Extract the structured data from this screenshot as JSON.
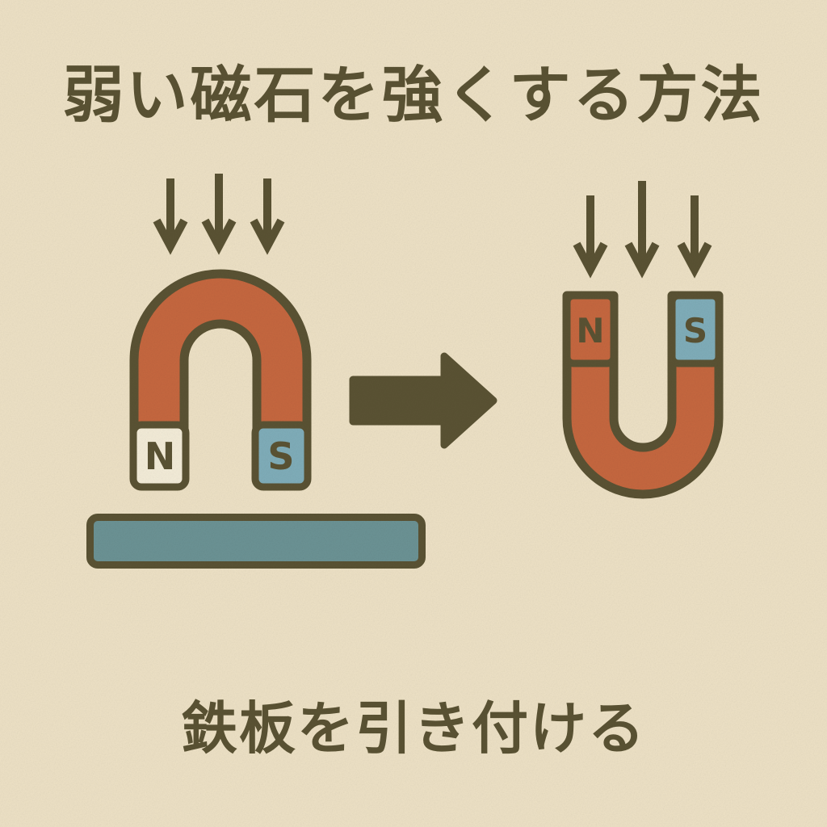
{
  "title": "弱い磁石を強くする方法",
  "caption": "鉄板を引き付ける",
  "magnets": {
    "left": {
      "description": "weak horseshoe magnet, opening downward",
      "north_label": "N",
      "south_label": "S"
    },
    "right": {
      "description": "strengthened horseshoe magnet, opening upward",
      "north_label": "N",
      "south_label": "S"
    }
  },
  "iron_plate": {
    "description": "iron plate bar under left magnet"
  },
  "icons": {
    "pressure_arrows": "down-arrow-icon",
    "transform": "right-arrow-icon"
  },
  "colors": {
    "background": "#EDE1C5",
    "ink": "#5A5233",
    "magnet_orange": "#C5673F",
    "pole_teal": "#7FADB9",
    "pole_white": "#F3ECD8",
    "plate_teal": "#6B9294"
  }
}
